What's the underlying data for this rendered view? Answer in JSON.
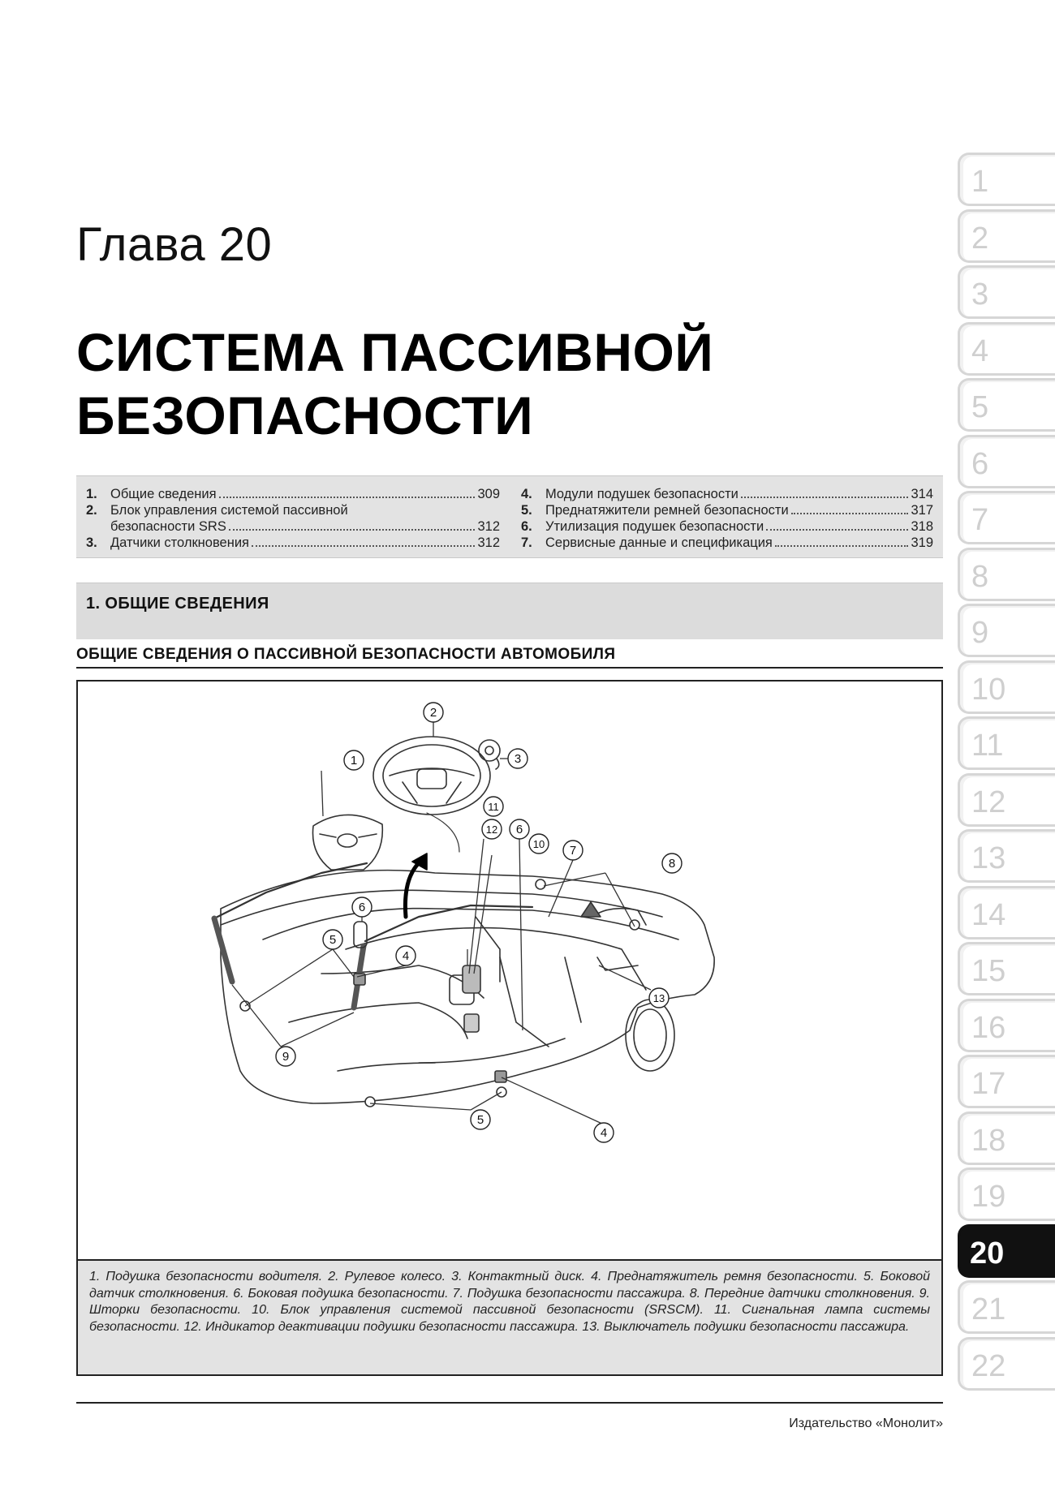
{
  "chapter": {
    "label": "Глава 20",
    "title": "СИСТЕМА ПАССИВНОЙ БЕЗОПАСНОСТИ"
  },
  "toc": {
    "left": [
      {
        "num": "1.",
        "title": "Общие сведения",
        "page": "309"
      },
      {
        "num": "2.",
        "title": "Блок управления системой пассивной",
        "page": ""
      },
      {
        "num": "",
        "title": "безопасности SRS",
        "page": "312"
      },
      {
        "num": "3.",
        "title": "Датчики столкновения",
        "page": "312"
      }
    ],
    "right": [
      {
        "num": "4.",
        "title": "Модули подушек безопасности",
        "page": "314"
      },
      {
        "num": "5.",
        "title": "Преднатяжители ремней безопасности",
        "page": "317"
      },
      {
        "num": "6.",
        "title": "Утилизация подушек безопасности",
        "page": "318"
      },
      {
        "num": "7.",
        "title": "Сервисные данные и спецификация",
        "page": "319"
      }
    ]
  },
  "section": {
    "label": "1.  ОБЩИЕ СВЕДЕНИЯ"
  },
  "subheading": "ОБЩИЕ СВЕДЕНИЯ О ПАССИВНОЙ БЕЗОПАСНОСТИ АВТОМОБИЛЯ",
  "figure": {
    "callouts": [
      "1",
      "2",
      "3",
      "4",
      "5",
      "6",
      "7",
      "8",
      "9",
      "10",
      "11",
      "12",
      "13"
    ]
  },
  "caption": "1. Подушка безопасности водителя. 2. Рулевое колесо. 3. Контактный диск. 4. Преднатяжитель ремня безопасности. 5. Боковой датчик столкновения. 6. Боковая подушка безопасности. 7. Подушка безопасности пассажира. 8. Передние датчики столкновения. 9. Шторки безопасности. 10. Блок управления системой пассивной безопасности (SRSCM). 11. Сигнальная лампа системы безопасности. 12. Индикатор деактивации подушки безопасности пассажира. 13. Выключатель подушки безопасности пассажира.",
  "footer": {
    "publisher": "Издательство «Монолит»"
  },
  "tabs": {
    "items": [
      "1",
      "2",
      "3",
      "4",
      "5",
      "6",
      "7",
      "8",
      "9",
      "10",
      "11",
      "12",
      "13",
      "14",
      "15",
      "16",
      "17",
      "18",
      "19",
      "20",
      "21",
      "22"
    ],
    "active": "20"
  }
}
